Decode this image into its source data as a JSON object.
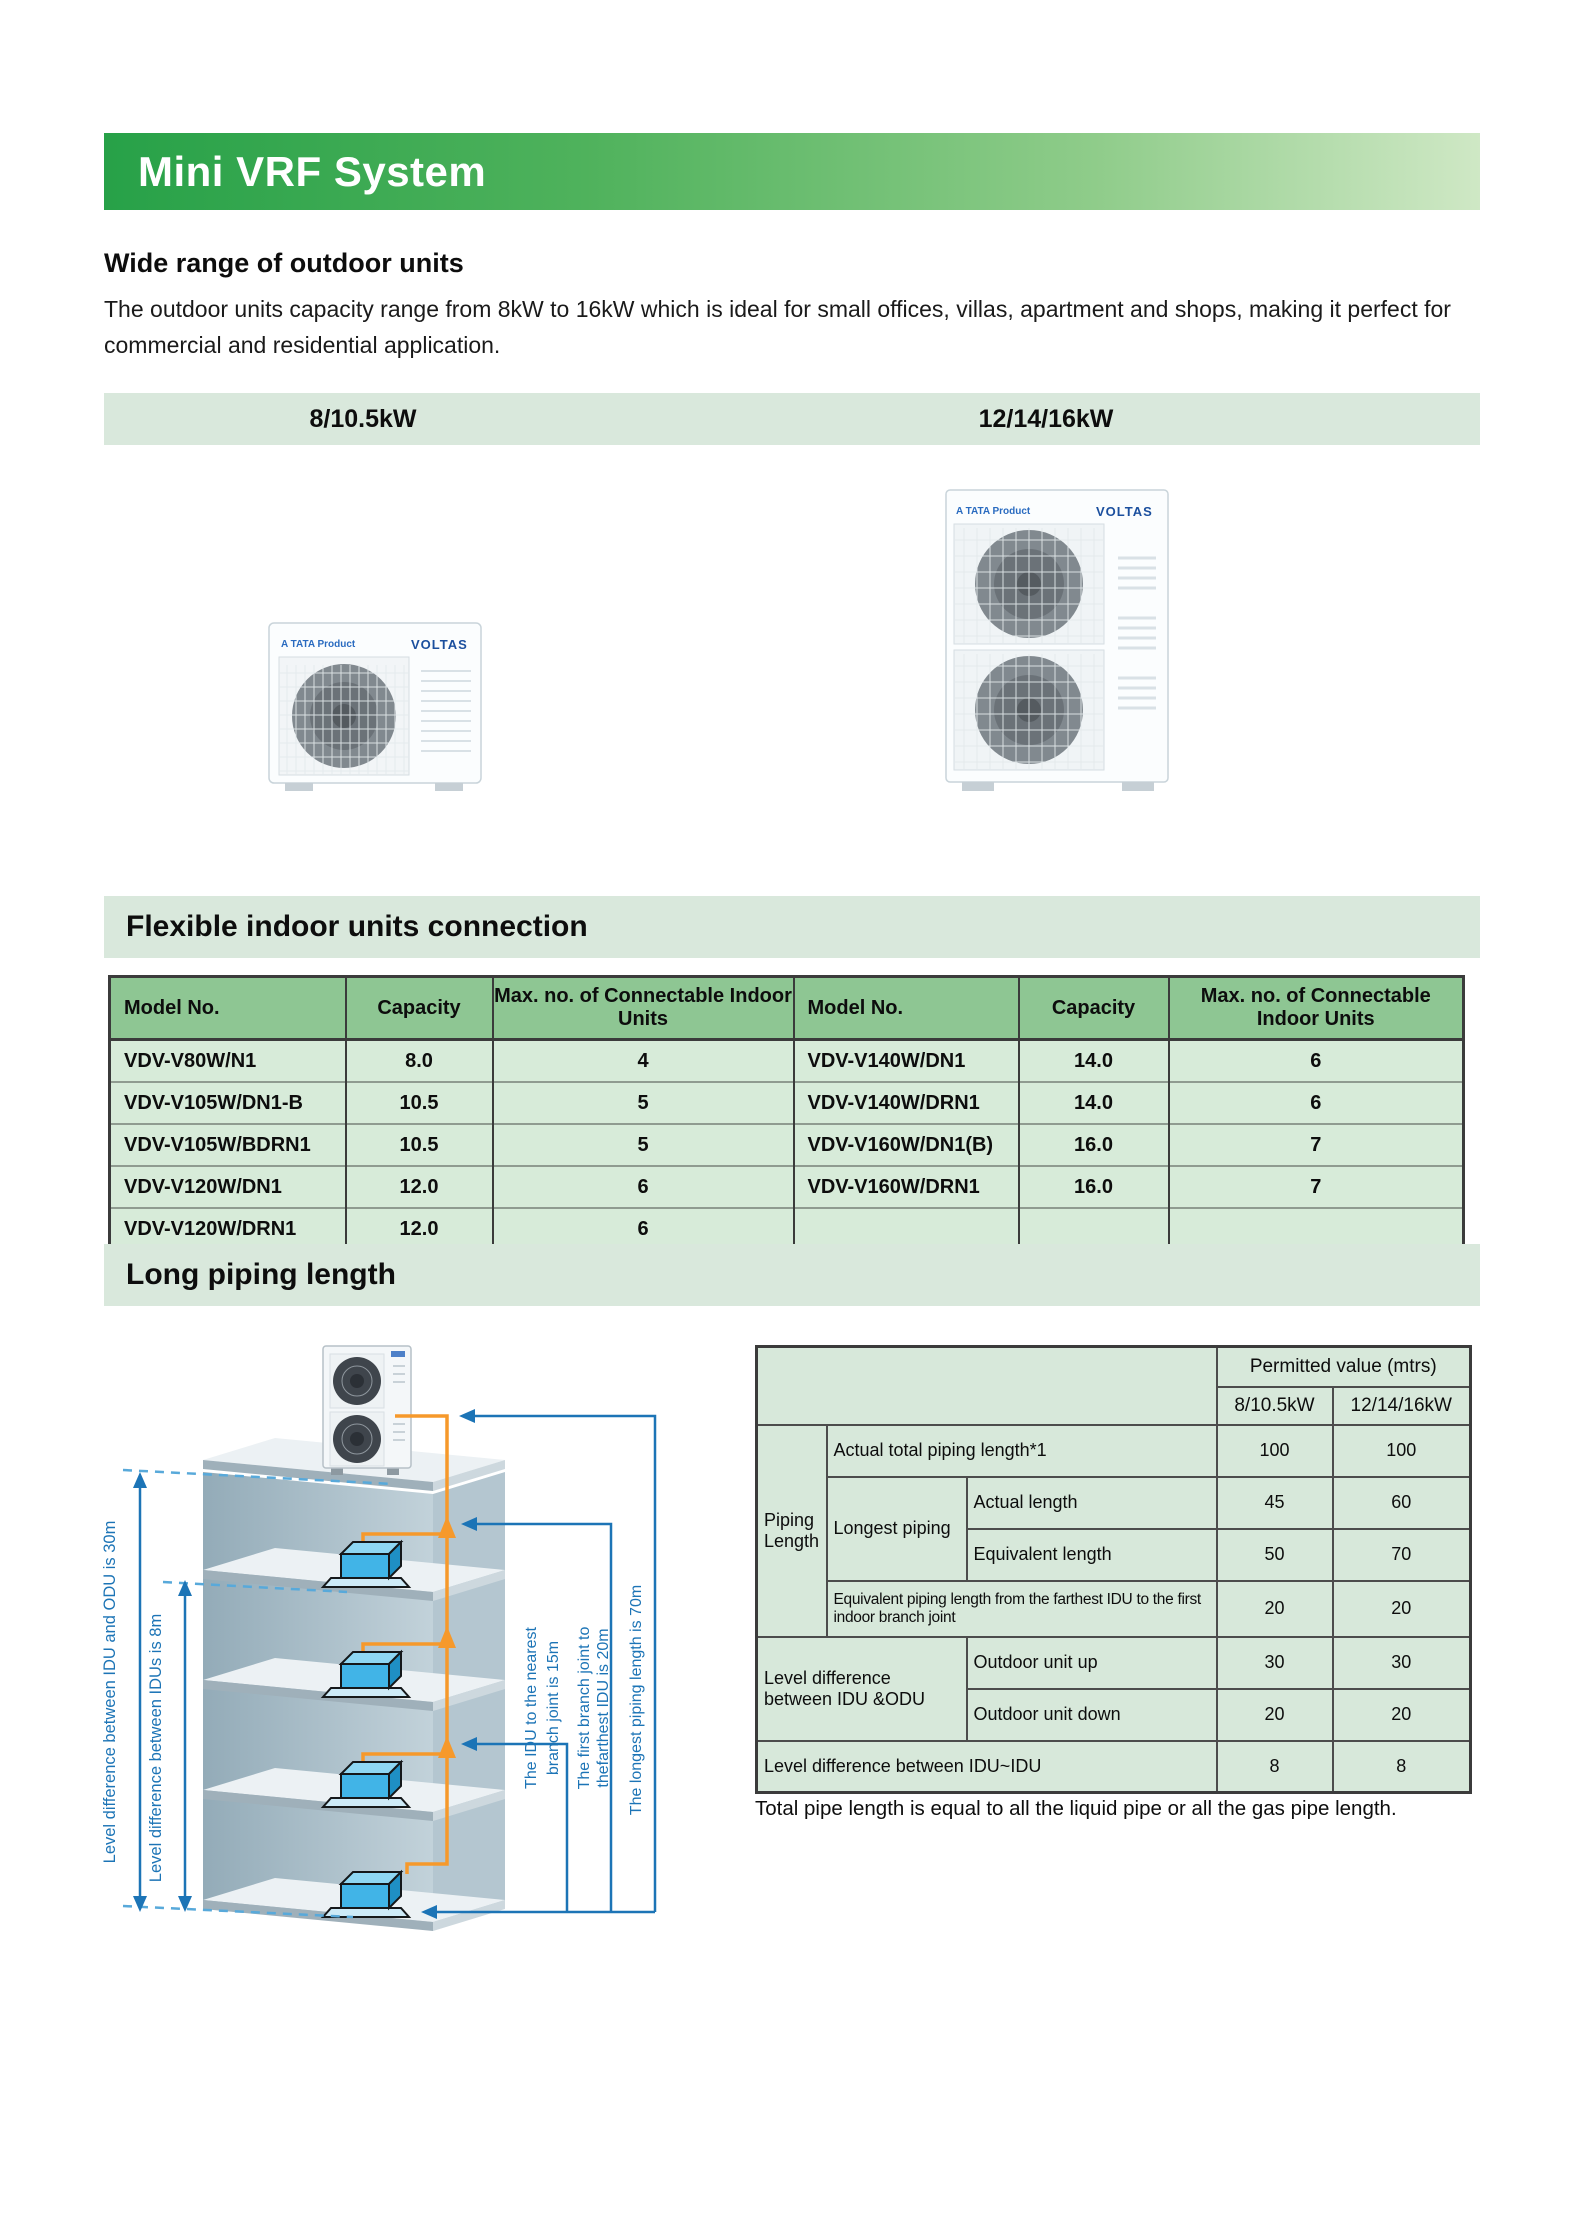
{
  "banner": {
    "title": "Mini VRF System"
  },
  "intro": {
    "heading": "Wide range of outdoor units",
    "body": "The outdoor units capacity range from 8kW to 16kW which is ideal for small offices, villas, apartment and shops, making it perfect for commercial and residential application."
  },
  "capacity_band": {
    "left_label": "8/10.5kW",
    "right_label": "12/14/16kW"
  },
  "brand": {
    "name": "VOLTAS",
    "tagline": "A TATA Product"
  },
  "connection": {
    "title": "Flexible indoor units connection",
    "columns": {
      "model": "Model No.",
      "capacity": "Capacity",
      "max_idu": "Max. no. of Connectable Indoor Units"
    },
    "left_rows": [
      [
        "VDV-V80W/N1",
        "8.0",
        "4"
      ],
      [
        "VDV-V105W/DN1-B",
        "10.5",
        "5"
      ],
      [
        "VDV-V105W/BDRN1",
        "10.5",
        "5"
      ],
      [
        "VDV-V120W/DN1",
        "12.0",
        "6"
      ],
      [
        "VDV-V120W/DRN1",
        "12.0",
        "6"
      ]
    ],
    "right_rows": [
      [
        "VDV-V140W/DN1",
        "14.0",
        "6"
      ],
      [
        "VDV-V140W/DRN1",
        "14.0",
        "6"
      ],
      [
        "VDV-V160W/DN1(B)",
        "16.0",
        "7"
      ],
      [
        "VDV-V160W/DRN1",
        "16.0",
        "7"
      ],
      [
        "",
        "",
        ""
      ]
    ]
  },
  "piping": {
    "title": "Long piping length",
    "table": {
      "permitted_header": "Permitted value (mtrs)",
      "col_small": "8/10.5kW",
      "col_large": "12/14/16kW",
      "piping_group": "Piping Length",
      "actual_total_label": "Actual total piping length*1",
      "actual_total_v1": "100",
      "actual_total_v2": "100",
      "longest_piping": "Longest piping",
      "actual_length_label": "Actual length",
      "actual_length_v1": "45",
      "actual_length_v2": "60",
      "equivalent_length_label": "Equivalent length",
      "equivalent_length_v1": "50",
      "equivalent_length_v2": "70",
      "equiv_farthest_label": "Equivalent piping length from the farthest IDU to the first indoor branch joint",
      "equiv_farthest_v1": "20",
      "equiv_farthest_v2": "20",
      "level_group": "Level difference between IDU &ODU",
      "odu_up_label": "Outdoor unit up",
      "odu_up_v1": "30",
      "odu_up_v2": "30",
      "odu_down_label": "Outdoor unit down",
      "odu_down_v1": "20",
      "odu_down_v2": "20",
      "level_idu_label": "Level difference between IDU~IDU",
      "level_idu_v1": "8",
      "level_idu_v2": "8"
    },
    "note": "Total pipe length is equal to  all the liquid pipe or all the gas pipe length.",
    "diagram": {
      "label_30m": "Level difference between IDU and ODU is 30m",
      "label_8m": "Level difference between IDUs is 8m",
      "label_15m_line1": "The IDU to the nearest",
      "label_15m_line2": "branch joint is 15m",
      "label_20m_line1": "The first branch joint to",
      "label_20m_line2": "thefarthest IDU is 20m",
      "label_70m": "The longest piping length is 70m"
    }
  },
  "colors": {
    "banner_green": "#27a148",
    "band_green": "#d9e8dc",
    "table_header_green": "#8ec693",
    "table_row_green": "#d7ebd9",
    "diagram_blue": "#1c74b6",
    "diagram_orange": "#f6992b",
    "brand_blue": "#1b4f9e"
  }
}
